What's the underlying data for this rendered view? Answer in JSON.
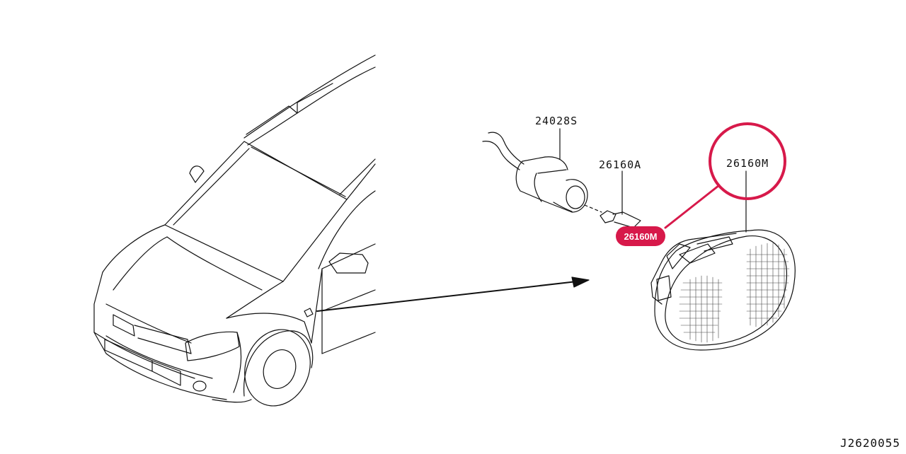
{
  "callouts": {
    "socket": "24028S",
    "bulb": "26160A",
    "lamp": "26160M"
  },
  "highlight": {
    "badge_label": "26160M",
    "color": "#d7194a"
  },
  "diagram_id": "J2620055",
  "icons": {
    "vehicle": "car-front-view-icon",
    "lamp": "side-marker-lamp-icon",
    "socket": "bulb-socket-icon",
    "bulb": "wedge-bulb-icon"
  }
}
